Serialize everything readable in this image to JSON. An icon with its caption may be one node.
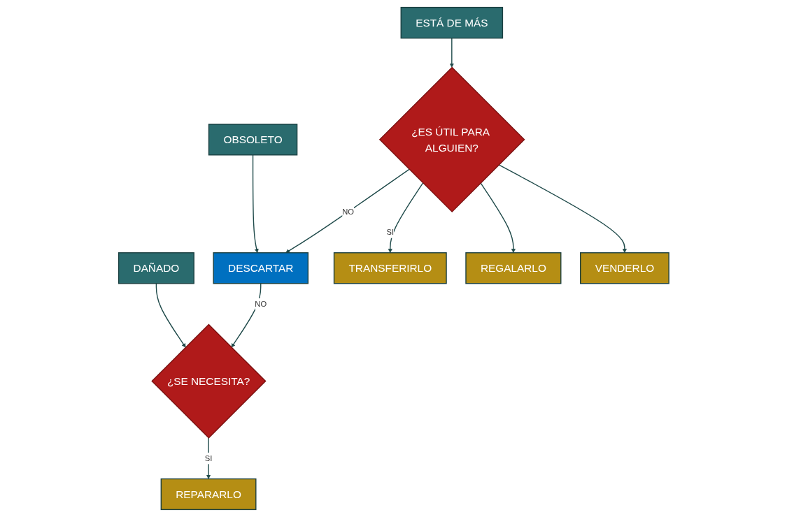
{
  "diagram": {
    "nodes": [
      {
        "text": [
          "ESTÁ DE MÁS"
        ]
      },
      {
        "text": [
          "OBSOLETO"
        ]
      },
      {
        "text": [
          "DAÑADO"
        ]
      },
      {
        "text": [
          "¿ES ÚTIL PARA ALGUIEN?"
        ]
      },
      {
        "text": [
          "DESCARTAR"
        ]
      },
      {
        "text": [
          "¿SE NECESITA?"
        ]
      },
      {
        "text": [
          "TRANSFERIRLO"
        ]
      },
      {
        "text": [
          "REGALARLO"
        ]
      },
      {
        "text": [
          "VENDERLO"
        ]
      },
      {
        "text": [
          "REPARARLO"
        ]
      }
    ],
    "edges": [
      {
        "from": 0,
        "to": 3,
        "arrow": "to"
      },
      {
        "from": 1,
        "to": 4,
        "arrow": "to"
      },
      {
        "from": 2,
        "to": 5,
        "arrow": "to"
      },
      {
        "from": 3,
        "to": 4,
        "arrow": "to",
        "label": "NO"
      },
      {
        "from": 4,
        "to": 5,
        "arrow": "to",
        "label": "NO"
      },
      {
        "from": 3,
        "to": 6,
        "arrow": "to",
        "label": "SI"
      },
      {
        "from": 3,
        "to": 7,
        "arrow": "to"
      },
      {
        "from": 3,
        "to": 8,
        "arrow": "to"
      },
      {
        "from": 5,
        "to": 9,
        "arrow": "to",
        "label": "SI"
      }
    ]
  }
}
